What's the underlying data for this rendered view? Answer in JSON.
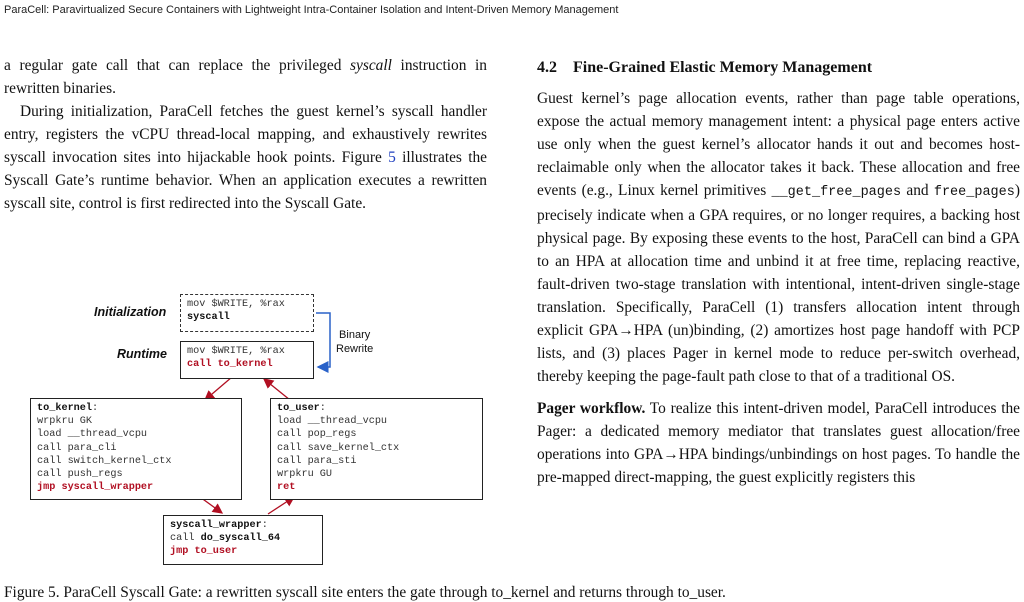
{
  "running_head": "ParaCell: Paravirtualized Secure Containers with Lightweight Intra-Container Isolation and Intent-Driven Memory Management",
  "left": {
    "p1_a": "a regular gate call that can replace the privileged ",
    "p1_em": "syscall",
    "p1_b": " instruction in rewritten binaries.",
    "p2_a": "During initialization, ParaCell fetches the guest kernel’s syscall handler entry, registers the vCPU thread-local mapping, and exhaustively rewrites syscall invocation sites into hijackable hook points. Figure ",
    "p2_ref": "5",
    "p2_b": " illustrates the Syscall Gate’s runtime behavior. When an application executes a rewritten syscall site, control is first redirected into the Syscall Gate."
  },
  "figure": {
    "label_init": "Initialization",
    "label_runtime": "Runtime",
    "binary_rewrite": "Binary\nRewrite",
    "init_box": {
      "line1": "mov $WRITE, %rax",
      "line2": "syscall"
    },
    "runtime_box": {
      "line1": "mov $WRITE, %rax",
      "line2": "call to_kernel"
    },
    "to_kernel": {
      "head": "to_kernel",
      "colon": ":",
      "lines": [
        "wrpkru GK",
        "load __thread_vcpu",
        "call para_cli",
        "call switch_kernel_ctx",
        "call push_regs"
      ],
      "last": "jmp syscall_wrapper"
    },
    "to_user": {
      "head": "to_user",
      "colon": ":",
      "lines": [
        "load __thread_vcpu",
        "call pop_regs",
        "call save_kernel_ctx",
        "call para_sti",
        "wrpkru GU"
      ],
      "last": "ret"
    },
    "wrapper": {
      "head": "syscall_wrapper",
      "colon": ":",
      "line_call": "call ",
      "line_target": "do_syscall_64",
      "last": "jmp to_user"
    }
  },
  "caption": "Figure 5. ParaCell Syscall Gate: a rewritten syscall site enters the gate through to_kernel and returns through to_user.",
  "right": {
    "section_num": "4.2",
    "section_title": "Fine-Grained Elastic Memory Management",
    "p1_a": "Guest kernel’s page allocation events, rather than page table operations, expose the actual memory management intent: a physical page enters active use only when the guest kernel’s allocator hands it out and becomes host-reclaimable only when the allocator takes it back. These allocation and free events (e.g., Linux kernel primitives ",
    "p1_code1": "__get_free_pages",
    "p1_and": " and ",
    "p1_code2": "free_pages",
    "p1_b": ") precisely indicate when a GPA requires, or no longer requires, a backing host physical page. By exposing these events to the host, ParaCell can bind a GPA to an HPA at allocation time and unbind it at free time, replacing reactive, fault-driven two-stage translation with intentional, intent-driven single-stage translation. Specifically, ParaCell (1) transfers allocation intent through explicit GPA→HPA (un)binding, (2) amortizes host page handoff with PCP lists, and (3) places Pager in kernel mode to reduce per-switch overhead, thereby keeping the page-fault path close to that of a traditional OS.",
    "p2_head": "Pager workflow.",
    "p2_body": " To realize this intent-driven model, ParaCell introduces the Pager: a dedicated memory mediator that translates guest allocation/free operations into GPA→HPA bindings/unbindings on host pages. To handle the pre-mapped direct-mapping, the guest explicitly registers this"
  },
  "colors": {
    "accent_red": "#b10f22",
    "link_blue": "#1f3fbf"
  }
}
